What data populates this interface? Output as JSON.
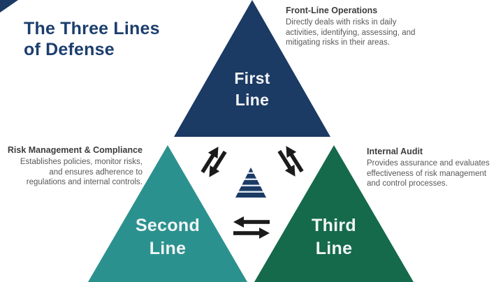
{
  "title": "The Three Lines\nof Defense",
  "colors": {
    "navy": "#1b3a64",
    "teal": "#2b918e",
    "green": "#156a4b",
    "title_blue": "#1c3e6e",
    "heading_gray": "#3d3d3d",
    "body_gray": "#58585a",
    "arrow_black": "#1b1b1b",
    "label_white": "#f2f6f7",
    "stripe_gap": "#dce5f0"
  },
  "triangles": {
    "first": {
      "label": "First\nLine"
    },
    "second": {
      "label": "Second\nLine"
    },
    "third": {
      "label": "Third\nLine"
    }
  },
  "annotations": {
    "front_line": {
      "heading": "Front-Line Operations",
      "body": "Directly deals with risks in daily\nactivities, identifying, assessing, and\nmitigating risks in their areas."
    },
    "risk_management": {
      "heading": "Risk Management & Compliance",
      "body": "Establishes policies, monitor risks,\nand ensures adherence to\nregulations and internal controls."
    },
    "internal_audit": {
      "heading": "Internal Audit",
      "body": "Provides assurance and evaluates\neffectiveness of risk management\nand control processes."
    }
  },
  "icons": {
    "left_exchange": "double-arrow-up-down",
    "right_exchange": "double-arrow-up-down",
    "bottom_exchange": "double-arrow-left-right",
    "center": "striped-pyramid"
  }
}
